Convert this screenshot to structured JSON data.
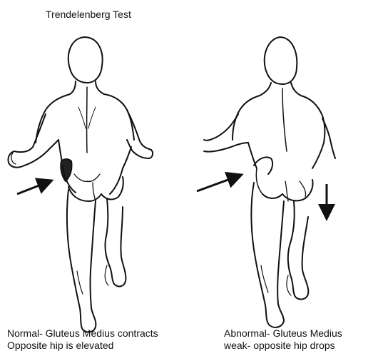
{
  "title": "Trendelenberg Test",
  "panels": [
    {
      "caption_line1": "Normal- Gluteus Medius contracts",
      "caption_line2": "Opposite hip is elevated"
    },
    {
      "caption_line1": "Abnormal- Gluteus Medius",
      "caption_line2": "weak- opposite hip drops"
    }
  ],
  "colors": {
    "ink": "#111111",
    "background": "#ffffff"
  }
}
